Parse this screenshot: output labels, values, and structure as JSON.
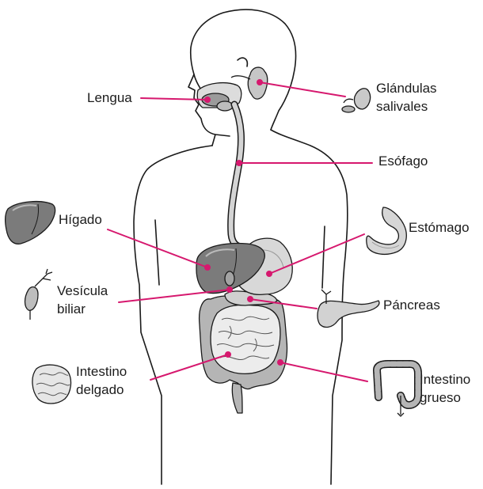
{
  "colors": {
    "leader": "#d6186e",
    "outline": "#1a1a1a",
    "organ_light": "#d2d2d2",
    "organ_dark": "#7b7b7b",
    "organ_mid": "#a7a7a7"
  },
  "labels": {
    "lengua": "Lengua",
    "glandulas_1": "Glándulas",
    "glandulas_2": "salivales",
    "esofago": "Esófago",
    "higado": "Hígado",
    "estomago": "Estómago",
    "vesicula_1": "Vesícula",
    "vesicula_2": "biliar",
    "pancreas": "Páncreas",
    "int_delgado_1": "Intestino",
    "int_delgado_2": "delgado",
    "int_grueso_1": "Intestino",
    "int_grueso_2": "grueso"
  }
}
